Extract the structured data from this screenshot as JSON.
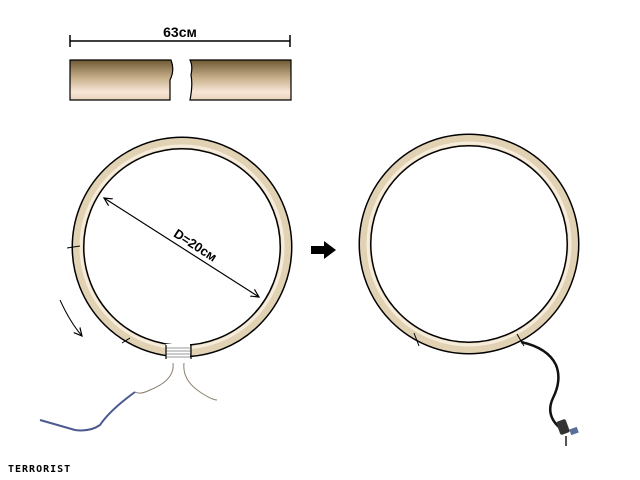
{
  "length_label": "63см",
  "diameter_label": "D=20см",
  "credit": "TERRORIST",
  "colors": {
    "tube_light": "#f3e6d2",
    "tube_dark": "#6e5a34",
    "wire_blue": "#4a5a90",
    "wire_thin": "#8a8070",
    "plug_cable": "#111111"
  }
}
